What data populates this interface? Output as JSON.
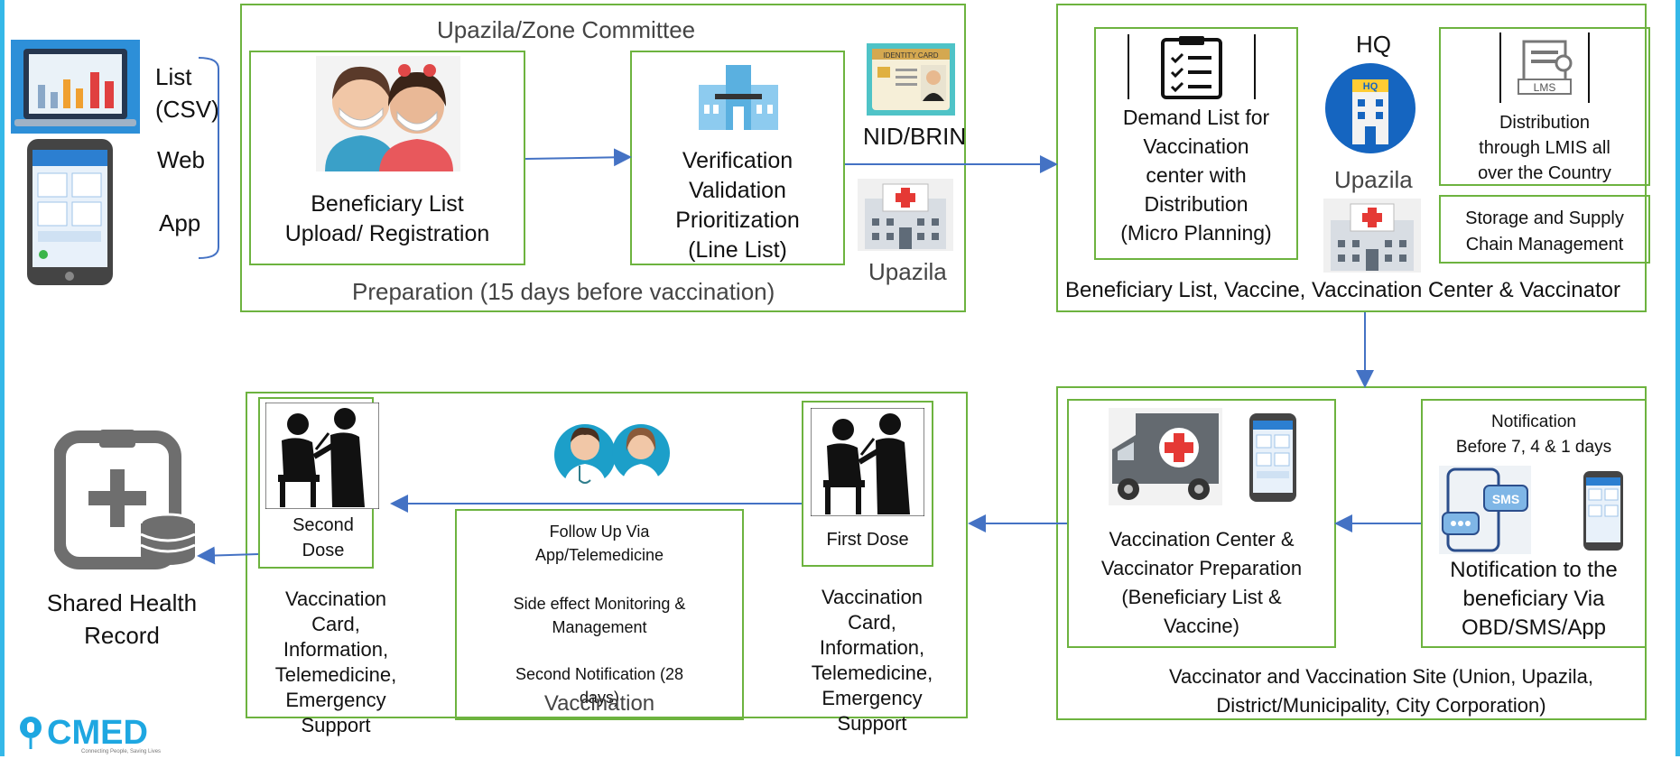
{
  "colors": {
    "box_border": "#6db33f",
    "arrow": "#4472c4",
    "edge": "#35b8e8",
    "logo": "#1ea7e1"
  },
  "inputs": {
    "list": "List",
    "csv": "(CSV)",
    "web": "Web",
    "app": "App"
  },
  "preparation": {
    "title": "Upazila/Zone Committee",
    "footer": "Preparation (15 days before vaccination)",
    "beneficiary": [
      "Beneficiary List",
      "Upload/ Registration"
    ],
    "verification": [
      "Verification",
      "Validation",
      "Prioritization",
      "(Line List)"
    ],
    "nid": "NID/BRIN",
    "upazila": "Upazila",
    "id_card": "IDENTITY CARD"
  },
  "planning": {
    "demand": [
      "Demand List for",
      "Vaccination",
      "center with",
      "Distribution",
      "(Micro Planning)"
    ],
    "hq": "HQ",
    "hq_badge": "HQ",
    "upazila": "Upazila",
    "lmis": [
      "Distribution",
      "through LMIS all",
      "over the Country"
    ],
    "lms_badge": "LMS",
    "storage": [
      "Storage and Supply",
      "Chain Management"
    ],
    "footer": "Beneficiary List, Vaccine, Vaccination Center & Vaccinator"
  },
  "site": {
    "prep": [
      "Vaccination Center &",
      "Vaccinator Preparation",
      "(Beneficiary List &",
      "Vaccine)"
    ],
    "notif_title": [
      "Notification",
      "Before 7, 4 & 1 days"
    ],
    "sms": "SMS",
    "notif_body": [
      "Notification to the",
      "beneficiary Via",
      "OBD/SMS/App"
    ],
    "footer": [
      "Vaccinator and Vaccination Site (Union, Upazila,",
      "District/Municipality, City Corporation)"
    ]
  },
  "vaccination": {
    "first_dose": "First Dose",
    "second_dose": [
      "Second",
      "Dose"
    ],
    "follow": [
      "Follow Up Via",
      "App/Telemedicine"
    ],
    "side": [
      "Side effect Monitoring &",
      "Management"
    ],
    "second_notif": [
      "Second Notification (28",
      "days)"
    ],
    "label": "Vaccination",
    "support": [
      "Vaccination",
      "Card,",
      "Information,",
      "Telemedicine,",
      "Emergency",
      "Support"
    ]
  },
  "shared": [
    "Shared Health",
    "Record"
  ],
  "logo": {
    "name": "CMED",
    "tagline": "Connecting People, Saving Lives"
  }
}
